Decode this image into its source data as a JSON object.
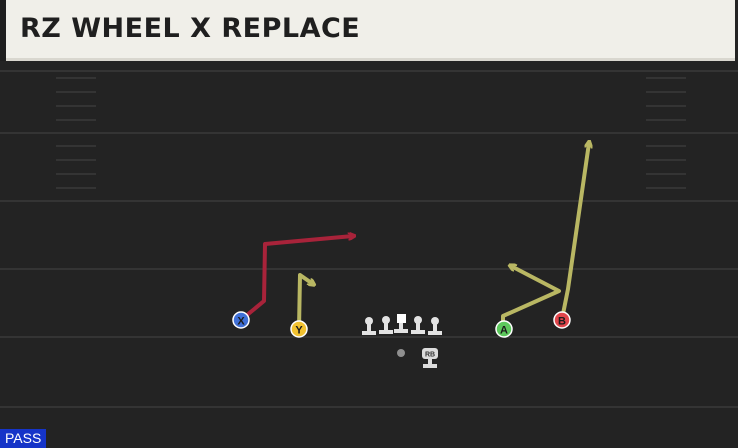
{
  "play": {
    "title": "RZ WHEEL X REPLACE",
    "type_badge": "PASS"
  },
  "colors": {
    "field": "#232323",
    "yard_line": "#3b3b3b",
    "route_red": "#a8233a",
    "route_olive": "#b9b763",
    "badge_bg": "#1534c8",
    "title_bg": "#f0efe9"
  },
  "players": {
    "X": {
      "label": "X",
      "color": "#3f6fd6"
    },
    "Y": {
      "label": "Y",
      "color": "#f2c230"
    },
    "A": {
      "label": "A",
      "color": "#5cc85c"
    },
    "B": {
      "label": "B",
      "color": "#e0454b"
    },
    "RB": {
      "label": "RB"
    }
  }
}
